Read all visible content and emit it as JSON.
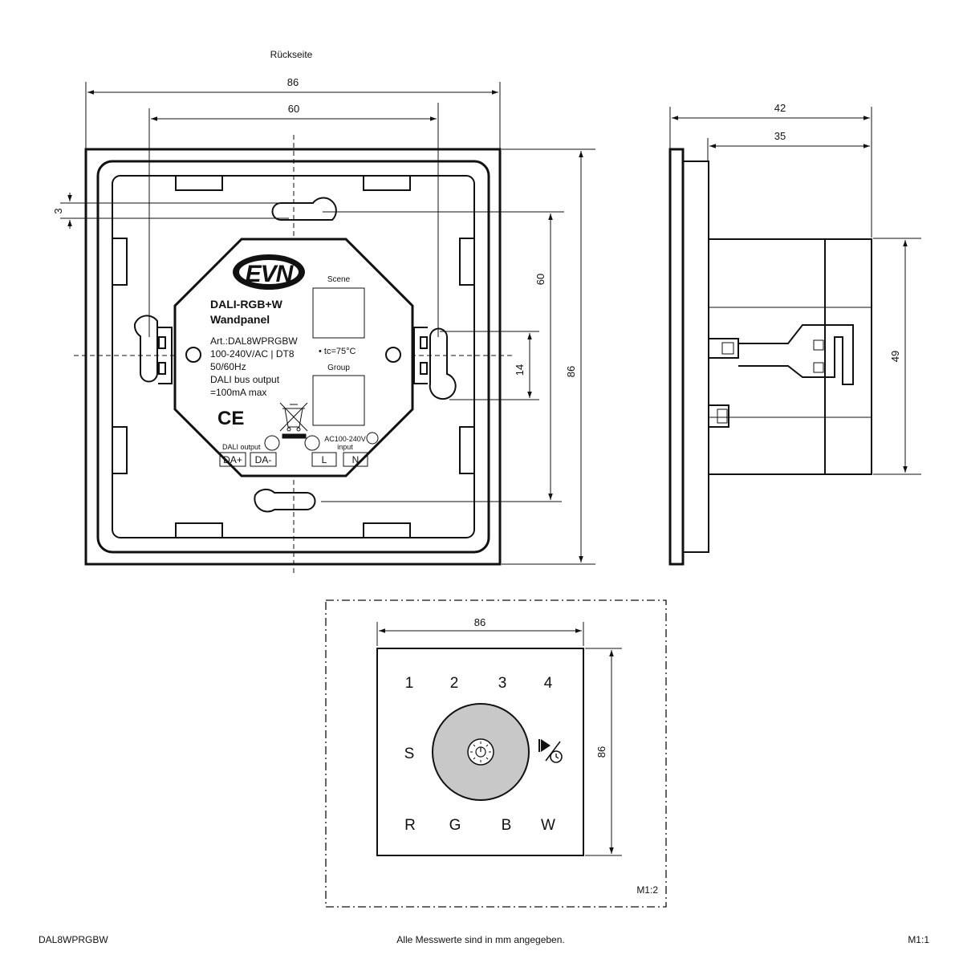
{
  "titles": {
    "rear_view": "Rückseite"
  },
  "dimensions": {
    "rear_width_outer": "86",
    "rear_width_holes": "60",
    "rear_offset": "3",
    "rear_height_holes": "60",
    "rear_clip_spacing": "14",
    "rear_height_outer": "86",
    "side_depth_total": "42",
    "side_depth_body": "35",
    "side_body_height": "49",
    "front_width": "86",
    "front_height": "86"
  },
  "module_label": {
    "brand": "EVN",
    "product": "DALI-RGB+W",
    "subtitle": "Wandpanel",
    "art": "Art.:DAL8WPRGBW",
    "voltage": "100-240V/AC | DT8",
    "frequency": "50/60Hz",
    "bus_output": "DALI bus output",
    "current": "=100mA max",
    "ce": "CE",
    "scene": "Scene",
    "group": "Group",
    "tc": "• tc=75°C",
    "dali_output": "DALI output",
    "ac_input": "AC100-240V",
    "ac_input2": "input",
    "terminals": [
      "DA+",
      "DA-",
      "L",
      "N"
    ]
  },
  "front_panel": {
    "keys_top": [
      "1",
      "2",
      "3",
      "4"
    ],
    "key_left": "S",
    "keys_bottom": [
      "R",
      "G",
      "B",
      "W"
    ],
    "center_icon": "light-power-icon",
    "right_icon": "play-timer-icon",
    "scale": "M1:2"
  },
  "footer": {
    "model": "DAL8WPRGBW",
    "note": "Alle Messwerte sind in mm angegeben.",
    "scale": "M1:1"
  }
}
